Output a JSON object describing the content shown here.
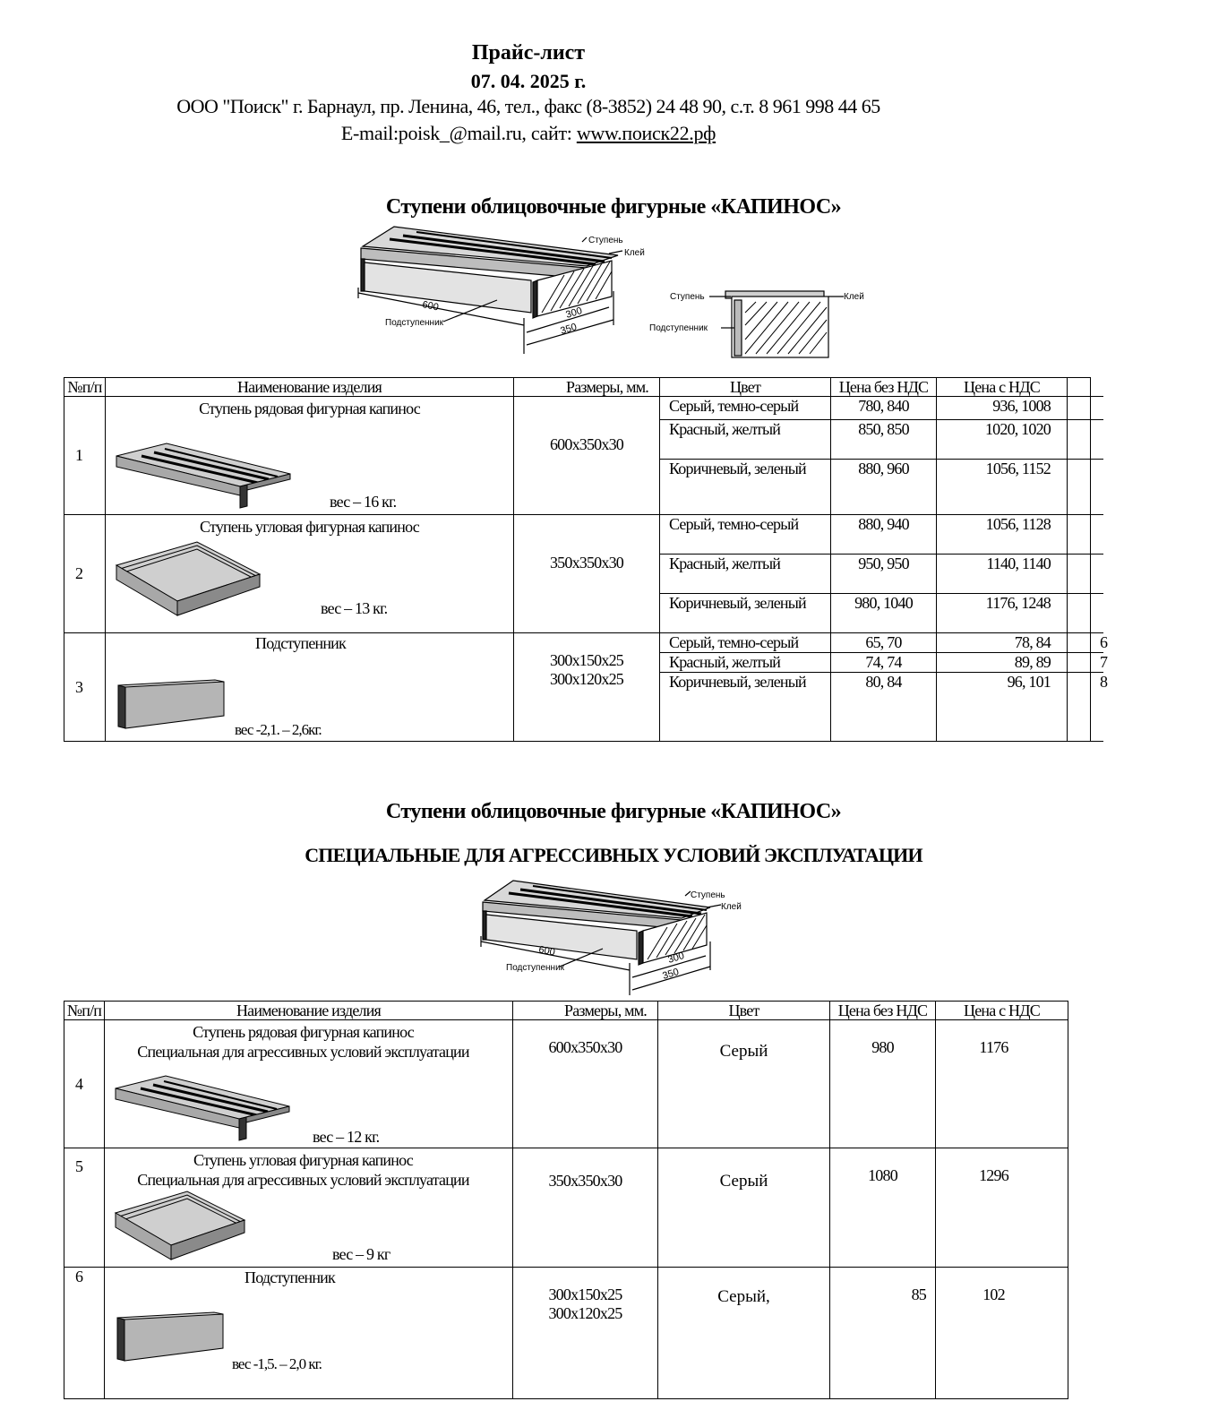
{
  "header": {
    "title": "Прайс-лист",
    "date": "07. 04. 2025 г.",
    "address": "ООО \"Поиск\" г. Барнаул, пр. Ленина, 46, тел., факс (8-3852) 24 48 90,  с.т. 8 961 998 44 65",
    "email_prefix": "E-mail:poisk_@mail.ru, сайт: ",
    "site": "www.поиск22.рф"
  },
  "diagram_labels": {
    "step": "Ступень",
    "glue": "Клей",
    "riser": "Подступенник",
    "d600": "600",
    "d300": "300",
    "d350": "350"
  },
  "section1": {
    "title": "Ступени облицовочные фигурные «КАПИНОС»",
    "columns": [
      "№п/п",
      "Наименование изделия",
      "Размеры, мм.",
      "Цвет",
      "Цена без НДС",
      "Цена с НДС"
    ],
    "rows": [
      {
        "num": "1",
        "name": "Ступень рядовая фигурная капинос",
        "weight": "вес – 16 кг.",
        "size": "600х350х30",
        "prices": [
          {
            "color": "Серый, темно-серый",
            "p1": "780, 840",
            "p2": "936, 1008"
          },
          {
            "color": "Красный, желтый",
            "p1": "850, 850",
            "p2": "1020, 1020"
          },
          {
            "color": "Коричневый, зеленый",
            "p1": "880, 960",
            "p2": "1056, 1152"
          }
        ]
      },
      {
        "num": "2",
        "name": "Ступень угловая фигурная капинос",
        "weight": "вес – 13 кг.",
        "size": "350х350х30",
        "prices": [
          {
            "color": "Серый, темно-серый",
            "p1": "880, 940",
            "p2": "1056, 1128"
          },
          {
            "color": "Красный, желтый",
            "p1": "950, 950",
            "p2": "1140, 1140"
          },
          {
            "color": "Коричневый, зеленый",
            "p1": "980, 1040",
            "p2": "1176, 1248"
          }
        ]
      },
      {
        "num": "3",
        "name": "Подступенник",
        "weight": "вес -2,1. – 2,6кг.",
        "size1": "300х150х25",
        "size2": "300х120х25",
        "prices": [
          {
            "color": "Серый, темно-серый",
            "p1": "65, 70",
            "p2": "78, 84",
            "extra": "6"
          },
          {
            "color": "Красный, желтый",
            "p1": "74, 74",
            "p2": "89, 89",
            "extra": "7"
          },
          {
            "color": "Коричневый, зеленый",
            "p1": "80, 84",
            "p2": "96, 101",
            "extra": "8"
          }
        ]
      }
    ]
  },
  "section2": {
    "title": "Ступени облицовочные фигурные «КАПИНОС»",
    "subtitle": "СПЕЦИАЛЬНЫЕ ДЛЯ АГРЕССИВНЫХ УСЛОВИЙ ЭКСПЛУАТАЦИИ",
    "columns": [
      "№п/п",
      "Наименование изделия",
      "Размеры, мм.",
      "Цвет",
      "Цена без НДС",
      "Цена с НДС"
    ],
    "rows": [
      {
        "num": "4",
        "name": "Ступень рядовая фигурная капинос",
        "name2": "Специальная для агрессивных условий эксплуатации",
        "weight": "вес – 12 кг.",
        "size": "600х350х30",
        "color": "Серый",
        "p1": "980",
        "p2": "1176"
      },
      {
        "num": "5",
        "name": "Ступень угловая фигурная капинос",
        "name2": "Специальная для агрессивных условий эксплуатации",
        "weight": "вес – 9 кг",
        "size": "350х350х30",
        "color": "Серый",
        "p1": "1080",
        "p2": "1296"
      },
      {
        "num": "6",
        "name": "Подступенник",
        "weight": "вес -1,5. – 2,0 кг.",
        "size1": "300х150х25",
        "size2": "300х120х25",
        "color": "Серый,",
        "p1": "85",
        "p2": "102"
      }
    ]
  }
}
